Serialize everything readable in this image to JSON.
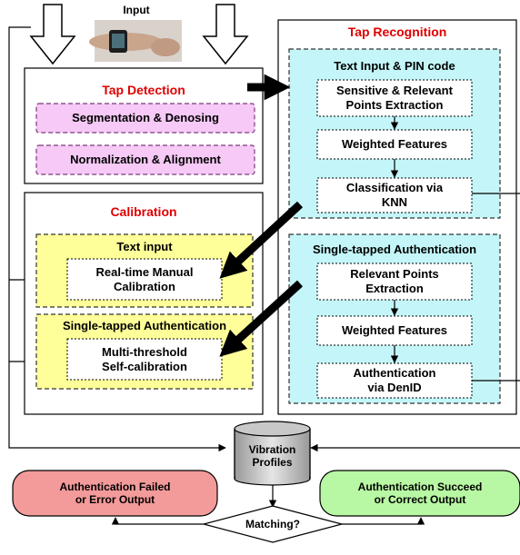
{
  "input": {
    "label": "Input"
  },
  "tap_detection": {
    "title": "Tap Detection",
    "steps": [
      "Segmentation & Denosing",
      "Normalization & Alignment"
    ]
  },
  "calibration": {
    "title": "Calibration",
    "text_input": {
      "title": "Text input",
      "step": "Real-time Manual\nCalibration"
    },
    "single_tapped": {
      "title": "Single-tapped Authentication",
      "step": "Multi-threshold\nSelf-calibration"
    }
  },
  "tap_recognition": {
    "title": "Tap Recognition",
    "text_pin": {
      "title": "Text Input & PIN code",
      "steps": [
        "Sensitive & Relevant\nPoints Extraction",
        "Weighted Features",
        "Classification via\nKNN"
      ]
    },
    "single_tapped": {
      "title": "Single-tapped Authentication",
      "steps": [
        "Relevant Points\nExtraction",
        "Weighted Features",
        "Authentication\nvia DenID"
      ]
    }
  },
  "database": {
    "label": "Vibration\nProfiles"
  },
  "decision": {
    "label": "Matching?"
  },
  "outcomes": {
    "failed": "Authentication Failed\nor Error Output",
    "succeed": "Authentication Succeed\nor Correct Output"
  },
  "colors": {
    "pink": "#f6c9f6",
    "cyan": "#c4f6f9",
    "yellow": "#ffff99",
    "red_box": "#f39a9a",
    "green_box": "#b8f7a3",
    "title_red": "#e00000"
  }
}
